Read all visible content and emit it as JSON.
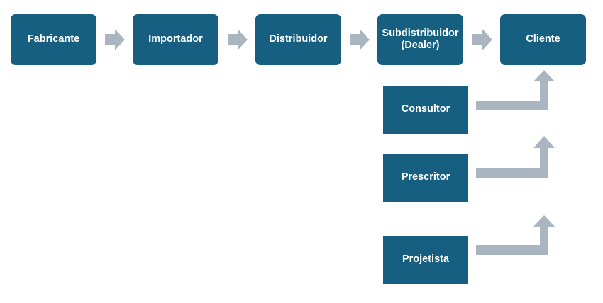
{
  "chain": [
    {
      "id": "fabricante",
      "label": "Fabricante"
    },
    {
      "id": "importador",
      "label": "Importador"
    },
    {
      "id": "distribuidor",
      "label": "Distribuidor"
    },
    {
      "id": "subdistribuidor",
      "label": "Subdistribuidor\n(Dealer)"
    },
    {
      "id": "cliente",
      "label": "Cliente"
    }
  ],
  "influencers": [
    {
      "id": "consultor",
      "label": "Consultor"
    },
    {
      "id": "prescritor",
      "label": "Prescritor"
    },
    {
      "id": "projetista",
      "label": "Projetista"
    }
  ],
  "colors": {
    "box_fill": "#175f80",
    "box_text": "#ffffff",
    "arrow_fill": "#a9b6c2"
  },
  "icons": {
    "chain_arrow": "right-arrow-icon",
    "influencer_arrow": "bent-up-arrow-icon"
  }
}
